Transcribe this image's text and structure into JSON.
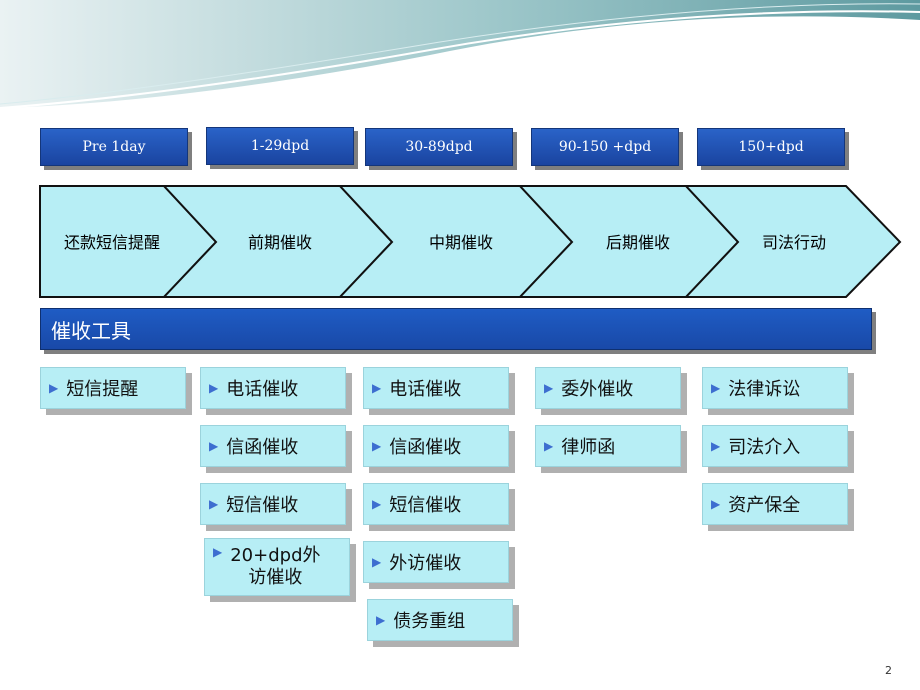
{
  "stages": [
    "Pre 1day",
    "1-29dpd",
    "30-89dpd",
    "90-150 +dpd",
    "150+dpd"
  ],
  "phases": [
    "还款短信提醒",
    "前期催收",
    "中期催收",
    "后期催收",
    "司法行动"
  ],
  "tools_header": "催收工具",
  "tools": {
    "col1": [
      "短信提醒"
    ],
    "col2": [
      "电话催收",
      "信函催收",
      "短信催收",
      "20+dpd外",
      "访催收"
    ],
    "col3": [
      "电话催收",
      "信函催收",
      "短信催收",
      "外访催收",
      "债务重组"
    ],
    "col4": [
      "委外催收",
      "律师函"
    ],
    "col5": [
      "法律诉讼",
      "司法介入",
      "资产保全"
    ]
  },
  "page_number": "2",
  "colors": {
    "stage_blue": "#1f4fb5",
    "chevron_fill": "#b7eef5",
    "bar_blue": "#1f5cc4",
    "wave_teal": "#6fa8ad"
  },
  "icons": {
    "bullet": "triangle-right-icon"
  }
}
